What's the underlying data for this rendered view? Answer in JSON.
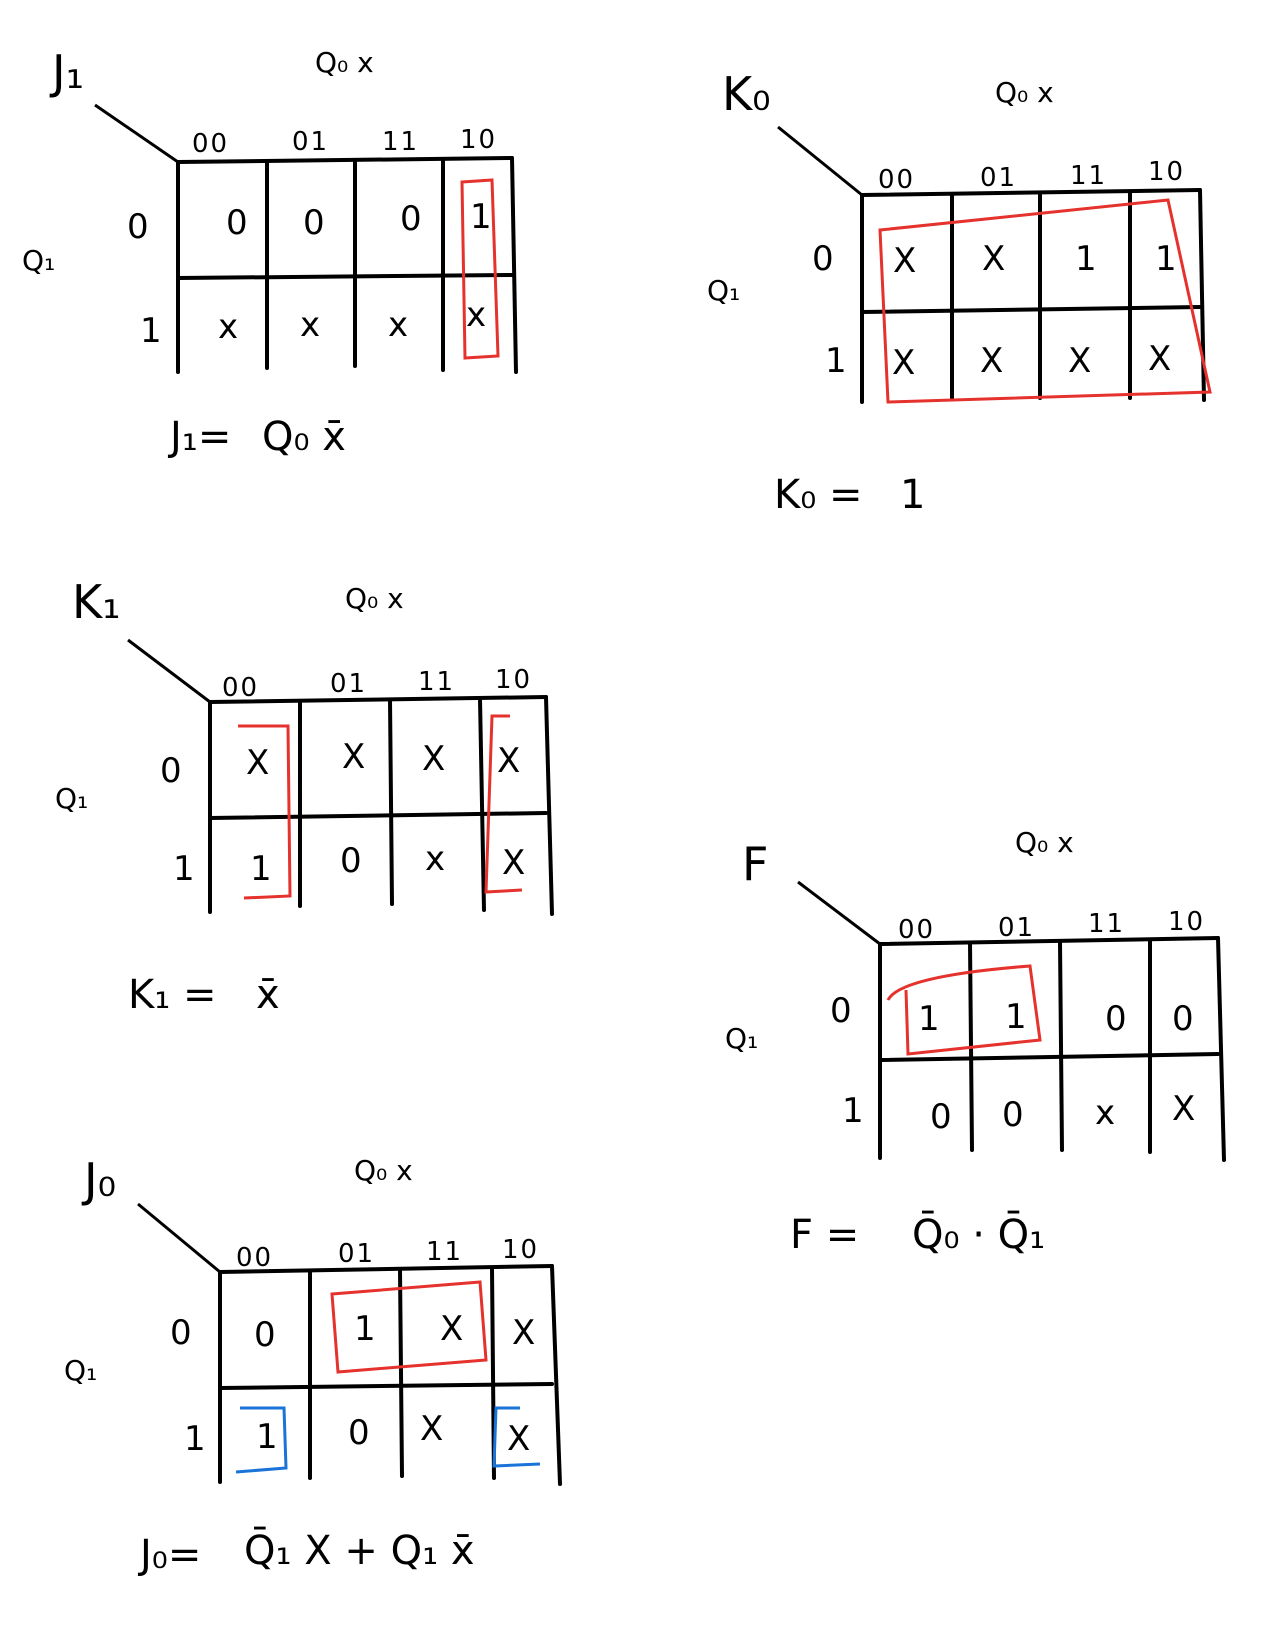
{
  "col_var": "Q₀ x",
  "row_var": "Q₁",
  "col_headers": [
    "00",
    "01",
    "11",
    "10"
  ],
  "row_headers": [
    "0",
    "1"
  ],
  "colors": {
    "ink": "#000000",
    "red_group": "#e5322d",
    "blue_group": "#1a73d9"
  },
  "maps": [
    {
      "id": "j1",
      "name": "J₁",
      "cells": [
        [
          "0",
          "0",
          "0",
          "1"
        ],
        [
          "x",
          "x",
          "x",
          "x"
        ]
      ],
      "result_lhs": "J₁=",
      "result_rhs": "Q₀ x̄"
    },
    {
      "id": "k0",
      "name": "K₀",
      "cells": [
        [
          "X",
          "X",
          "1",
          "1"
        ],
        [
          "X",
          "X",
          "X",
          "X"
        ]
      ],
      "result_lhs": "K₀ =",
      "result_rhs": "1"
    },
    {
      "id": "k1",
      "name": "K₁",
      "cells": [
        [
          "X",
          "X",
          "X",
          "X"
        ],
        [
          "1",
          "0",
          "x",
          "X"
        ]
      ],
      "result_lhs": "K₁ =",
      "result_rhs": "x̄"
    },
    {
      "id": "f",
      "name": "F",
      "cells": [
        [
          "1",
          "1",
          "0",
          "0"
        ],
        [
          "0",
          "0",
          "x",
          "X"
        ]
      ],
      "result_lhs": "F =",
      "result_rhs": "Q̄₀ · Q̄₁"
    },
    {
      "id": "j0",
      "name": "J₀",
      "cells": [
        [
          "0",
          "1",
          "X",
          "X"
        ],
        [
          "1",
          "0",
          "X",
          "X"
        ]
      ],
      "result_lhs": "J₀=",
      "result_rhs": "Q̄₁ X + Q₁ x̄"
    }
  ]
}
